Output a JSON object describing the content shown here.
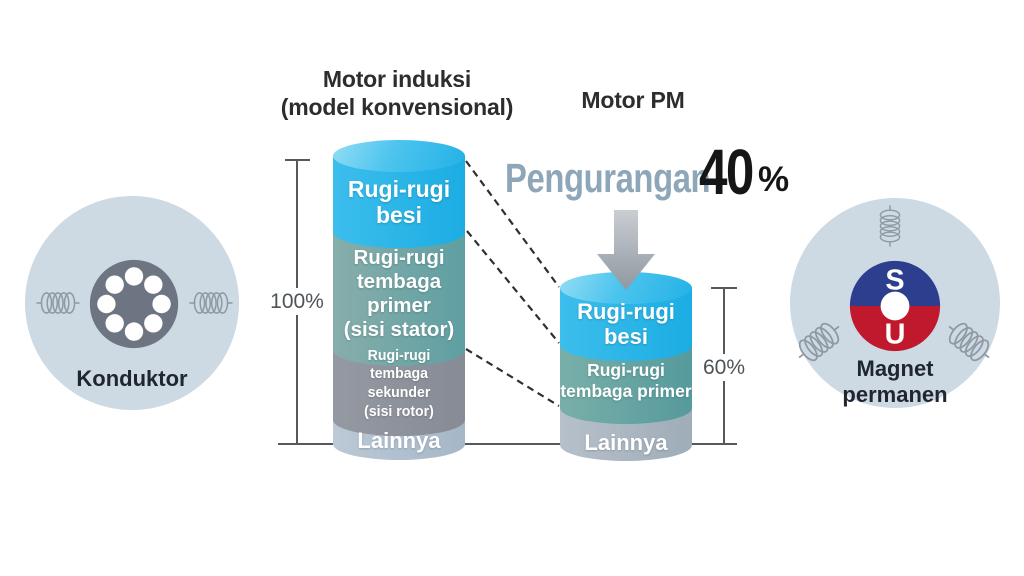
{
  "colors": {
    "iron_loss_cyan": "#29b6e9",
    "copper_primary_teal": "#6fa7a6",
    "copper_secondary_gray": "#8d919c",
    "other_loss_light": "#b7c5d3",
    "magnet_pole_top_blue": "#2c3e8d",
    "magnet_pole_bottom_red": "#c0182c",
    "side_circle_bg": "#cdd9e3",
    "reduction_text": "#8da6b8"
  },
  "induction_motor": {
    "title": "Motor induksi\n(model konvensional)",
    "total_label": "100%",
    "segments": [
      {
        "name": "iron-loss",
        "label": "Rugi-rugi\nbesi"
      },
      {
        "name": "primary-copper-loss",
        "label": "Rugi-rugi\ntembaga\nprimer\n(sisi stator)"
      },
      {
        "name": "secondary-copper-loss",
        "label": "Rugi-rugi\ntembaga sekunder\n(sisi rotor)"
      },
      {
        "name": "other-loss",
        "label": "Lainnya"
      }
    ]
  },
  "pm_motor": {
    "title": "Motor PM",
    "total_label": "60%",
    "segments": [
      {
        "name": "iron-loss",
        "label": "Rugi-rugi\nbesi"
      },
      {
        "name": "primary-copper-loss",
        "label": "Rugi-rugi\ntembaga primer"
      },
      {
        "name": "other-loss",
        "label": "Lainnya"
      }
    ]
  },
  "reduction": {
    "label": "Pengurangan",
    "value": "40",
    "unit": "%"
  },
  "conductor_circle": {
    "label": "Konduktor"
  },
  "magnet_circle": {
    "label": "Magnet\npermanen",
    "pole_top": "S",
    "pole_bottom": "U"
  }
}
